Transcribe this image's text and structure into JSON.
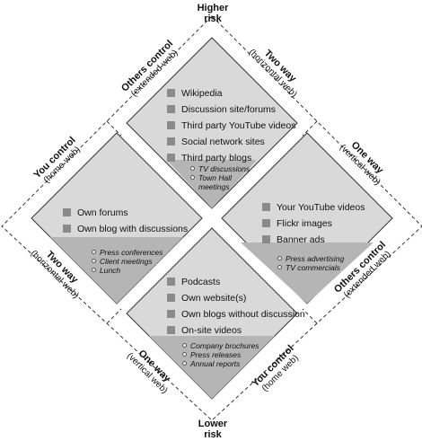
{
  "risk": {
    "top": "Higher\nrisk",
    "top_l1": "Higher",
    "top_l2": "risk",
    "bottom_l1": "Lower",
    "bottom_l2": "risk"
  },
  "zones": {
    "others_control_top": {
      "title": "Others control",
      "subtitle": "(extended web)"
    },
    "two_way_top": {
      "title": "Two way",
      "subtitle": "(horizontal web)"
    },
    "you_control_left": {
      "title": "You control",
      "subtitle": "(home web)"
    },
    "one_way_right": {
      "title": "One way",
      "subtitle": "(vertical web)"
    },
    "two_way_left": {
      "title": "Two way",
      "subtitle": "(horizontal web)"
    },
    "others_control_right": {
      "title": "Others control",
      "subtitle": "(extended web)"
    },
    "one_way_bottom": {
      "title": "One way",
      "subtitle": "(vertical web)"
    },
    "you_control_bottom": {
      "title": "You control",
      "subtitle": "(home web)"
    }
  },
  "quadrants": {
    "top": {
      "items": [
        "Wikipedia",
        "Discussion site/forums",
        "Third party YouTube videos",
        "Social network sites",
        "Third party blogs"
      ],
      "offline": [
        "TV discussions",
        "Town Hall",
        "meetings"
      ]
    },
    "left": {
      "items": [
        "Own forums",
        "Own blog with discussions"
      ],
      "offline": [
        "Press conferences",
        "Client meetings",
        "Lunch"
      ]
    },
    "right": {
      "items": [
        "Your YouTube videos",
        "Flickr images",
        "Banner ads"
      ],
      "offline": [
        "Press advertising",
        "TV commercials"
      ]
    },
    "bottom": {
      "items": [
        "Podcasts",
        "Own website(s)",
        "Own blogs without discussion",
        "On-site videos"
      ],
      "offline": [
        "Company brochures",
        "Press releases",
        "Annual reports"
      ]
    }
  },
  "colors": {
    "quad_fill": "#d9d9d9",
    "offline_fill": "#b5b5b5",
    "bullet": "#8a8a8a",
    "stroke": "#333333"
  }
}
